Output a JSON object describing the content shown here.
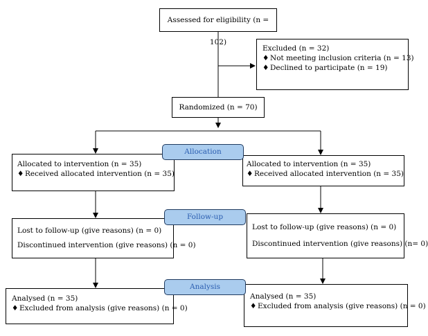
{
  "bullet": "♦",
  "colors": {
    "phase_fill": "#aaccee",
    "phase_text": "#2a5db0",
    "line": "#000000"
  },
  "assessed": "Assessed for eligibility (n = 102)",
  "excluded": {
    "title": "Excluded (n = 32)",
    "items": [
      "Not meeting inclusion criteria (n = 13)",
      "Declined to participate (n = 19)"
    ]
  },
  "randomized": "Randomized (n = 70)",
  "phases": {
    "allocation": "Allocation",
    "followup": "Follow-up",
    "analysis": "Analysis"
  },
  "left": {
    "allocated": "Allocated to intervention (n = 35)",
    "received": "Received allocated intervention (n = 35)",
    "lost": "Lost to follow-up (give reasons) (n = 0)",
    "discontinued": "Discontinued intervention (give reasons) (n = 0)",
    "analysed": "Analysed (n = 35)",
    "excluded_analysis": "Excluded from analysis (give reasons) (n = 0)"
  },
  "right": {
    "allocated": "Allocated to intervention (n = 35)",
    "received": "Received allocated intervention (n = 35)",
    "lost": "Lost to follow-up (give reasons) (n = 0)",
    "discontinued": "Discontinued intervention (give reasons) (n=  0)",
    "analysed": "Analysed (n = 35)",
    "excluded_analysis": "Excluded from analysis (give reasons) (n = 0)"
  }
}
